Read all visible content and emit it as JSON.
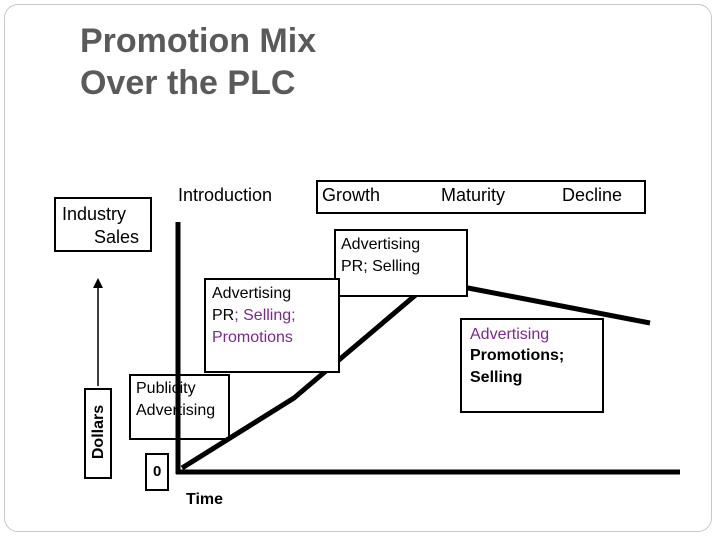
{
  "title": {
    "line1": "Promotion Mix",
    "line2": "Over the PLC"
  },
  "y_axis": {
    "label": "Dollars",
    "industry_sales_line1": "Industry",
    "industry_sales_line2": "Sales"
  },
  "x_axis": {
    "origin_label": "0",
    "label": "Time"
  },
  "stages": [
    "Introduction",
    "Growth",
    "Maturity",
    "Decline"
  ],
  "mix_boxes": {
    "introduction": {
      "line1": "Publicity",
      "line2": "Advertising"
    },
    "early_growth": {
      "line1": "Advertising",
      "line2_pr": "PR",
      "line2_rest": "; Selling;",
      "line3": "Promotions"
    },
    "late_growth": {
      "line1": "Advertising",
      "line2_pr": "PR",
      "line2_rest": "; Selling"
    },
    "maturity_decline": {
      "line1": "Advertising",
      "line2": "Promotions;",
      "line3": "Selling"
    }
  },
  "colors": {
    "title": "#5a5a5a",
    "accent_purple": "#7a2a8a",
    "frame": "#c8c8c8"
  }
}
